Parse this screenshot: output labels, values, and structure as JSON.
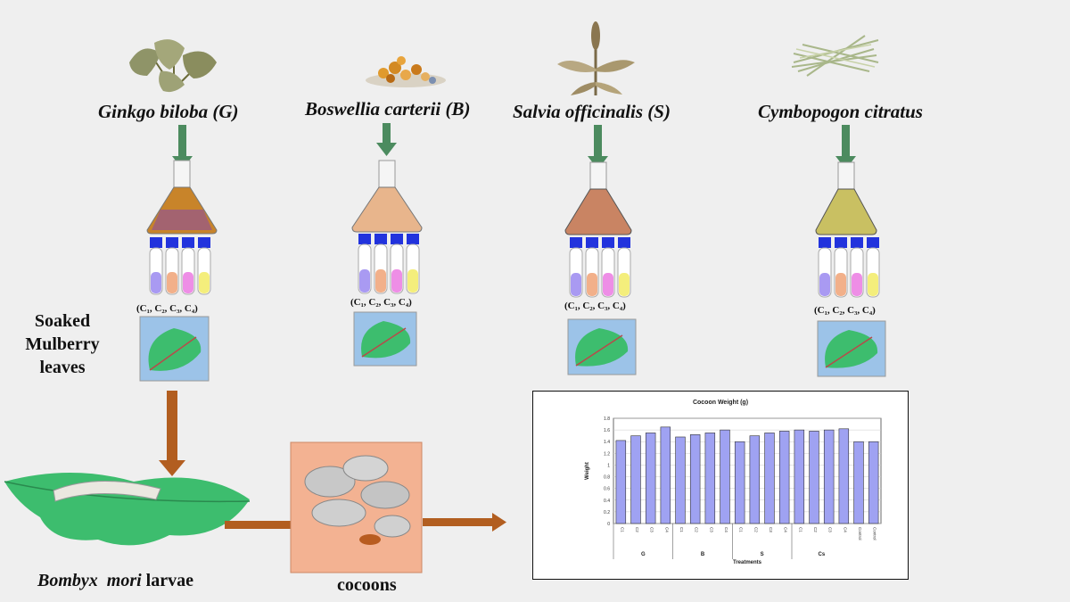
{
  "plants": [
    {
      "id": "G",
      "label": "Ginkgo biloba (G)",
      "concentrations": "(C₁, C₂, C₃, C₄)",
      "liquid": "#c8842a"
    },
    {
      "id": "B",
      "label": "Boswellia carterii (B)",
      "concentrations": "(C₁, C₂, C₃, C₄)",
      "liquid": "#e8b58c"
    },
    {
      "id": "S",
      "label": "Salvia officinalis (S)",
      "concentrations": "(C₁, C₂, C₃, C₄)",
      "liquid": "#c98463"
    },
    {
      "id": "C",
      "label": "Cymbopogon citratus",
      "concentrations": "(C₁, C₂, C₃, C₄)",
      "liquid": "#c9c062"
    }
  ],
  "tube_colors": [
    "#a99af2",
    "#f2b08a",
    "#ee8ee6",
    "#f4ee7c"
  ],
  "tube_cap_color": "#2233dd",
  "soaked_label": "Soaked Mulberry leaves",
  "larvae_label_italic": "Bombyx  mori",
  "larvae_label_rest": " larvae",
  "cocoons_label": "cocoons",
  "colors": {
    "arrow_green": "#4c8b5f",
    "arrow_brown": "#b25e20",
    "water": "#9cc3e8",
    "leaf": "#3dbd6e",
    "cocoon_box": "#f3b292",
    "bar": "#9fa2f2"
  },
  "chart_data": {
    "type": "bar",
    "title": "Cocoon Weight  (g)",
    "xlabel": "Treatments",
    "ylabel": "Weight",
    "ylim": [
      0,
      1.8
    ],
    "yticks": [
      "1.8",
      "1.6",
      "1.4",
      "1.2",
      "1",
      "0.8",
      "0.6",
      "0.4",
      "0.2",
      "0"
    ],
    "categories": [
      "C1",
      "C2",
      "C3",
      "C4",
      "C1",
      "C2",
      "C3",
      "C4",
      "C1",
      "C2",
      "C3",
      "C4",
      "C1",
      "C2",
      "C3",
      "C4",
      "Control",
      "Control"
    ],
    "group_labels": [
      "G",
      "B",
      "S",
      "Cs"
    ],
    "values": [
      1.42,
      1.5,
      1.55,
      1.65,
      1.48,
      1.52,
      1.55,
      1.6,
      1.4,
      1.5,
      1.55,
      1.58,
      1.6,
      1.58,
      1.6,
      1.62,
      1.4,
      1.4
    ]
  }
}
